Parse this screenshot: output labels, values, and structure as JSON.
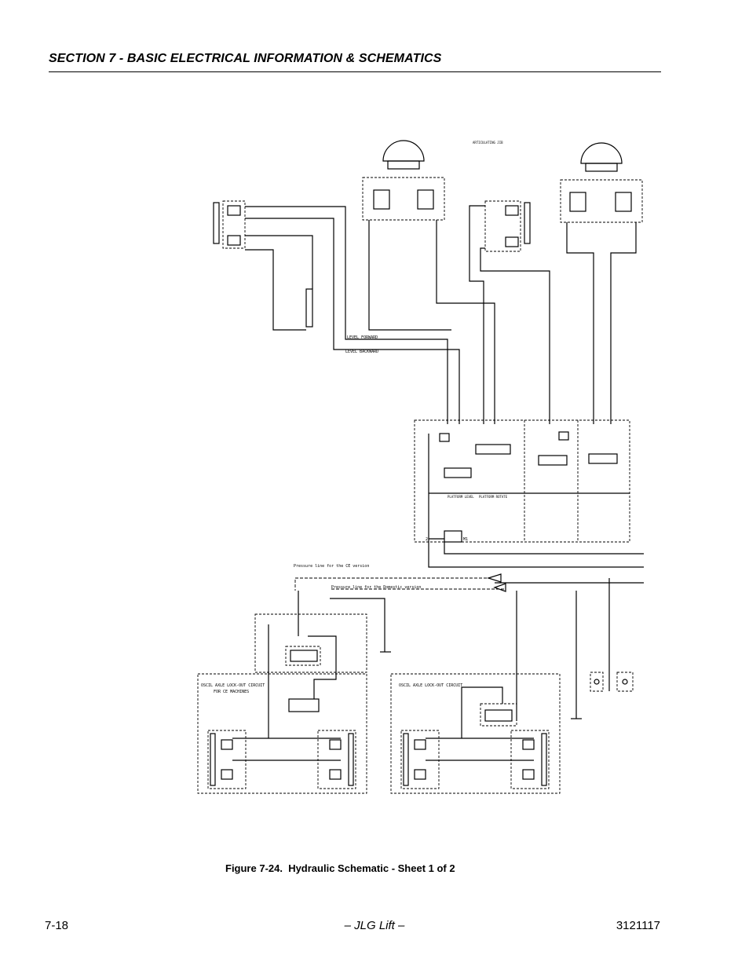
{
  "header": {
    "section_title": "SECTION 7 - BASIC ELECTRICAL INFORMATION & SCHEMATICS"
  },
  "schematic": {
    "labels": {
      "level_forward": "LEVEL FORWARD",
      "level_backward": "LEVEL BACKWARD",
      "pressure_line_ce": "Pressure line for the CE version",
      "pressure_line_domestic": "Pressure line for the Domestic version",
      "lockout_ce": "OSCIL AXLE LOCK-OUT CIRCUIT",
      "lockout_ce_sub": "FOR CE MACHINES",
      "lockout_domestic": "OSCIL AXLE LOCK-OUT CIRCUIT",
      "platform_level": "PLATFORM LEVEL",
      "platform_rotate": "PLATFORM ROTATE",
      "articulating_jib": "ARTICULATING JIB",
      "m1": "M1",
      "port_2": "2"
    }
  },
  "figure": {
    "caption": "Figure 7-24.  Hydraulic Schematic - Sheet 1 of 2"
  },
  "footer": {
    "page_number": "7-18",
    "center": "– JLG Lift –",
    "doc_number": "3121117"
  }
}
